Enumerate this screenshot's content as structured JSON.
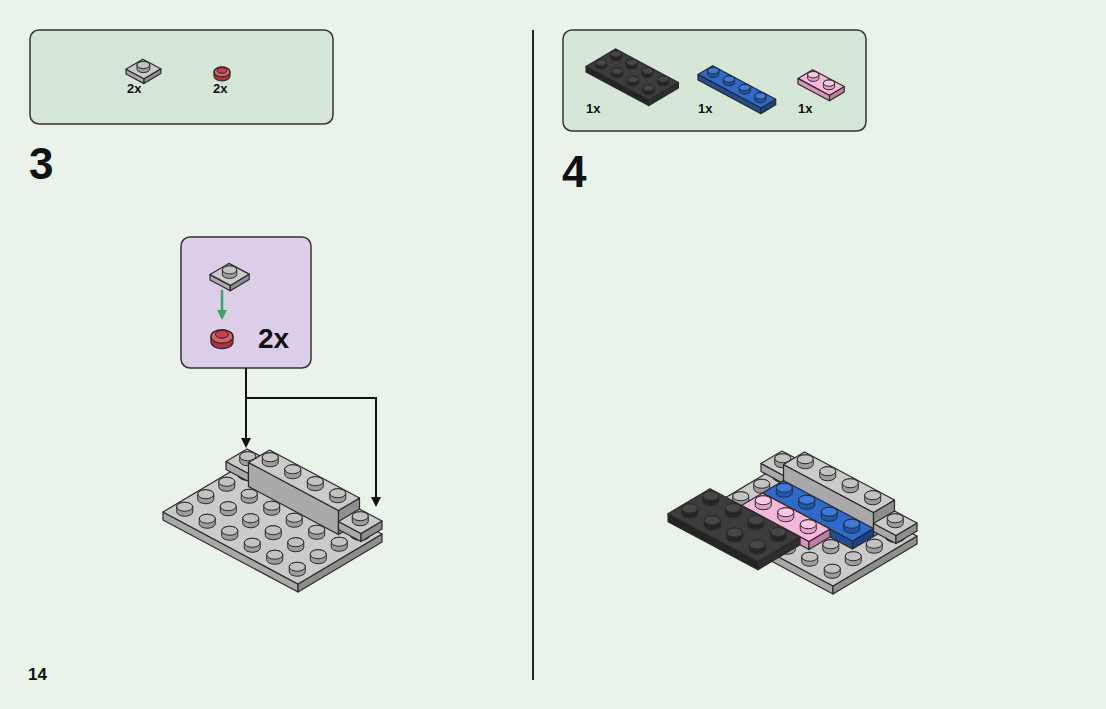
{
  "diagram": {
    "nodes": [
      {
        "text": [
          "2x",
          "2x"
        ]
      },
      {
        "text": [
          "2x"
        ]
      },
      {
        "text": [
          "1x",
          "1x",
          "1x"
        ]
      }
    ],
    "labels": [
      "3",
      "4",
      "14"
    ]
  }
}
